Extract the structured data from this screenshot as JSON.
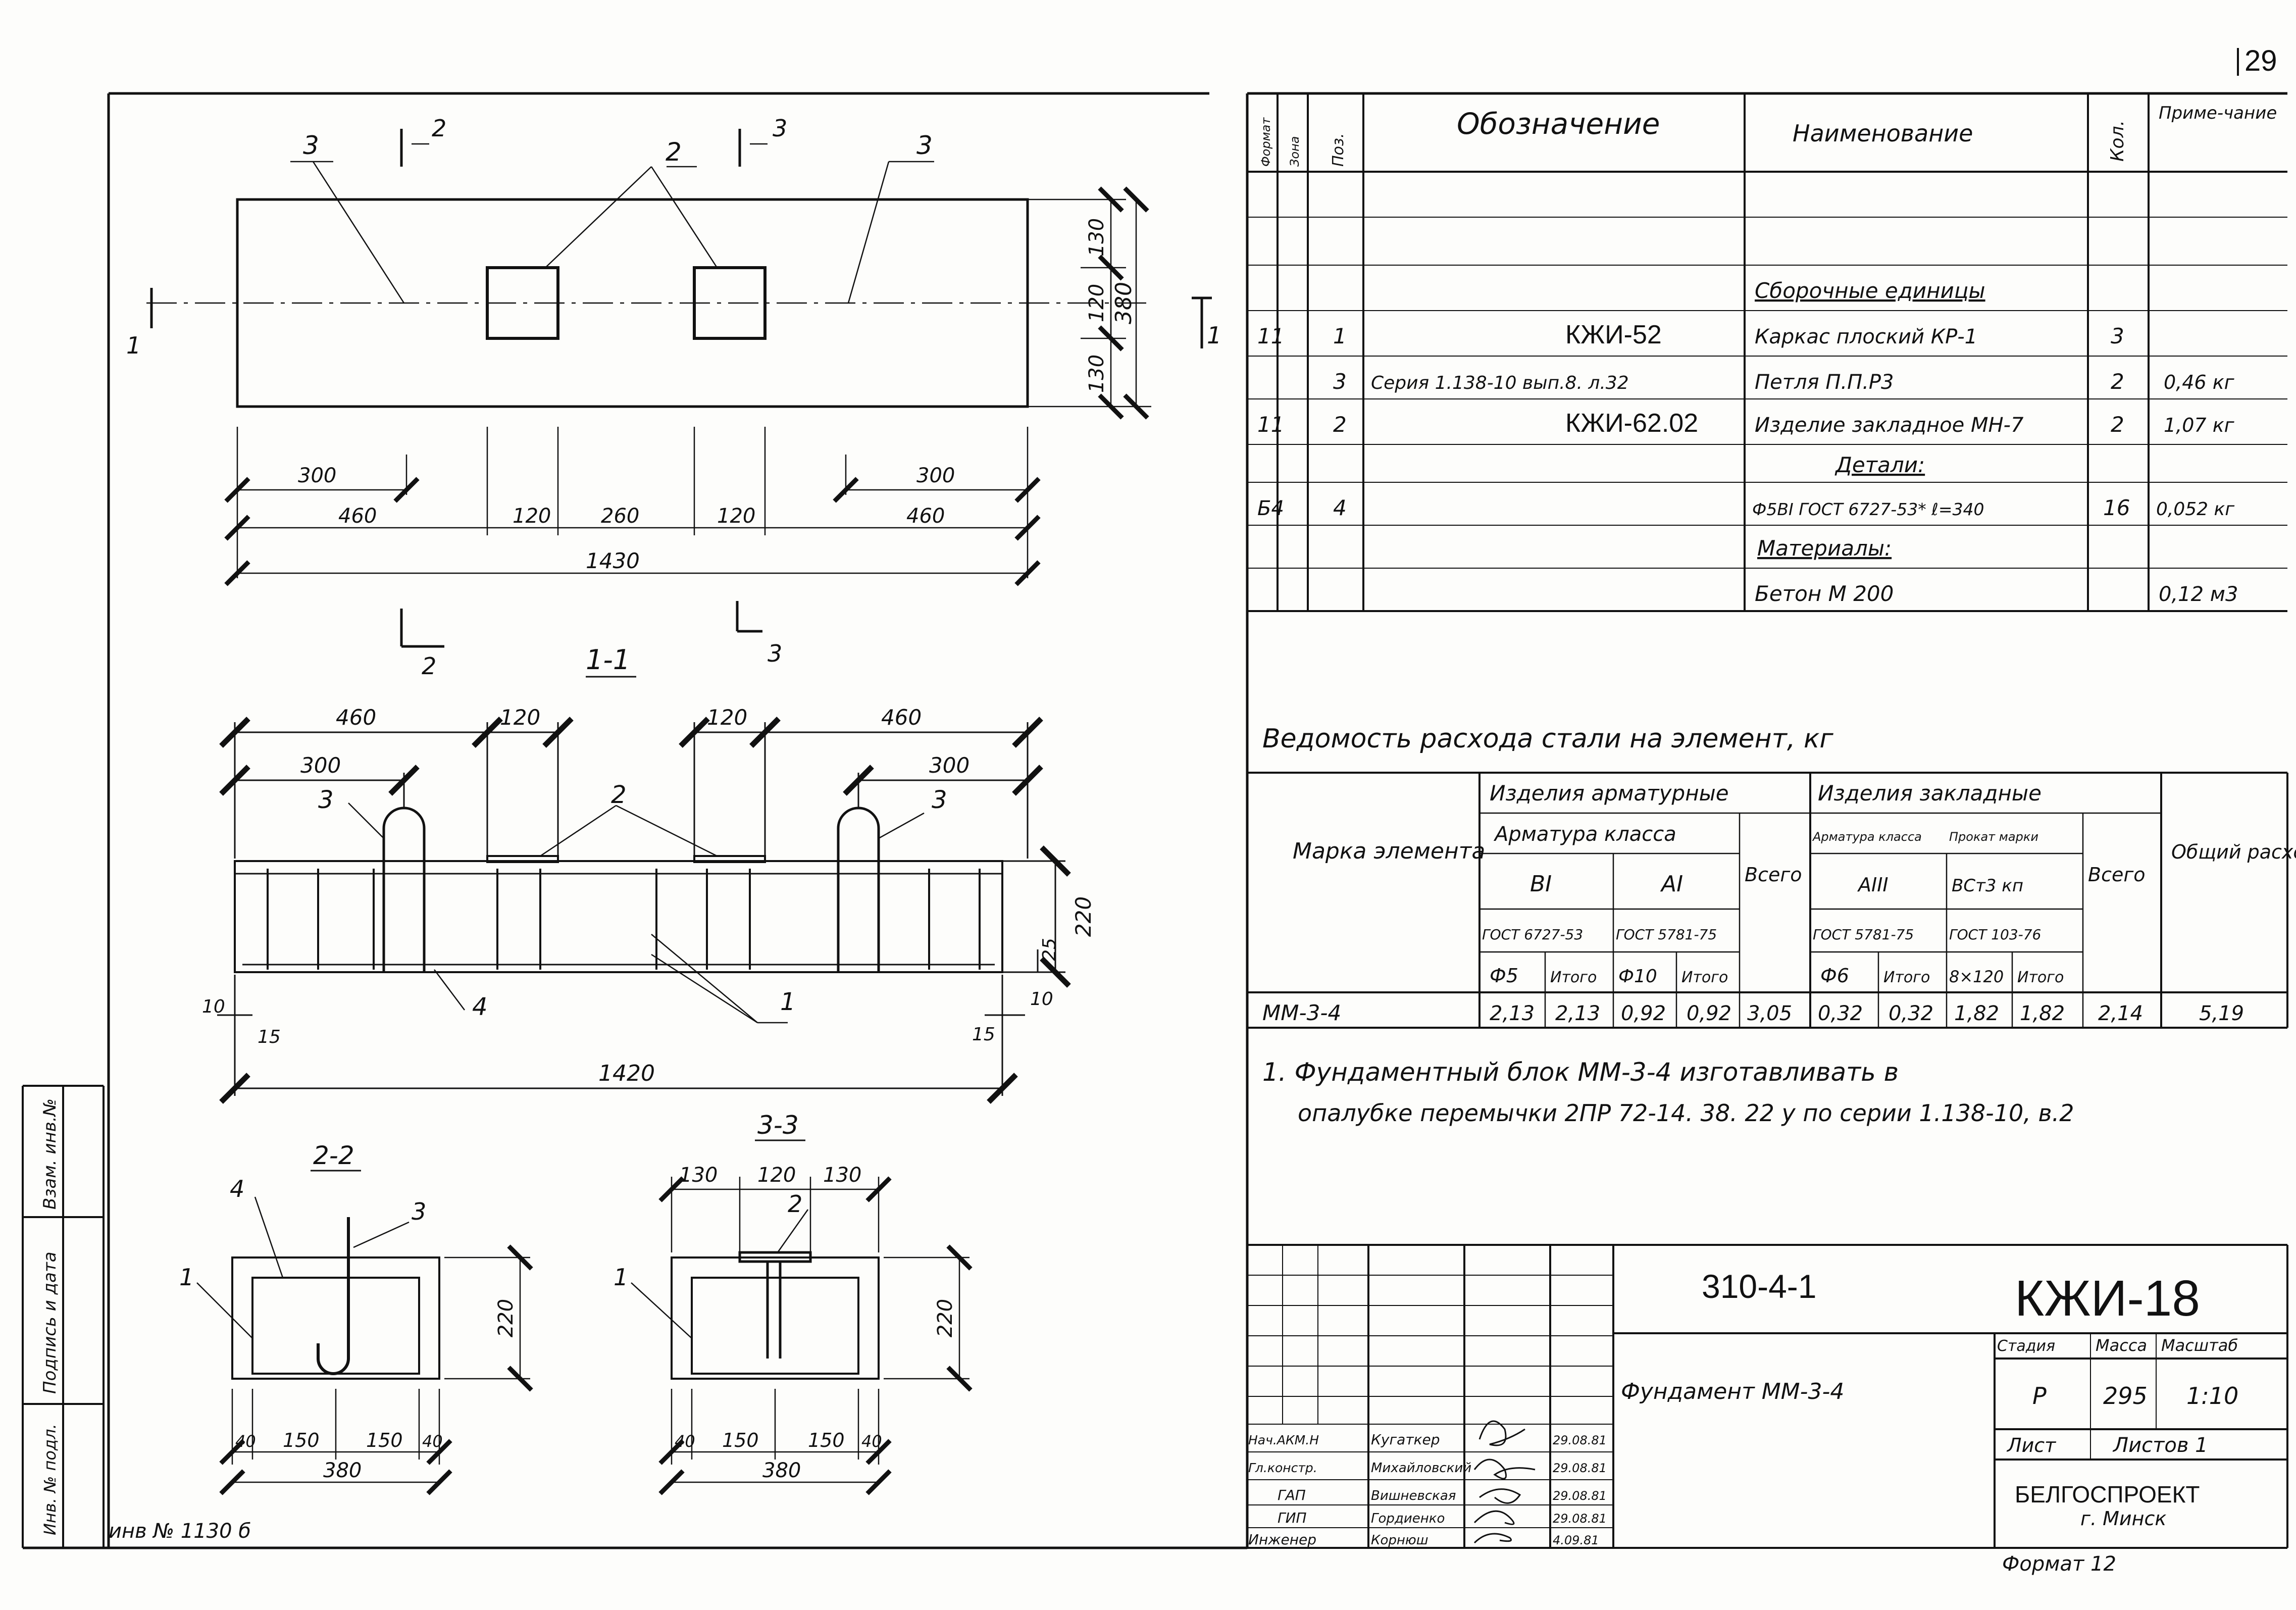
{
  "page_number": "29",
  "drawing": {
    "dims": {
      "w1430": "1430",
      "w1420": "1420",
      "d300a": "300",
      "d300b": "300",
      "d460a": "460",
      "d460b": "460",
      "d120a": "120",
      "d120b": "120",
      "d260": "260",
      "h130a": "130",
      "h120": "120",
      "h130b": "130",
      "h380": "380",
      "s460": "460",
      "s120a": "120",
      "s120b": "120",
      "s460b": "460",
      "s300": "300",
      "s300b": "300",
      "s220": "220",
      "s25": "25",
      "s10a": "10",
      "s10b": "10",
      "s15a": "15",
      "s15b": "15",
      "v220a": "220",
      "v40a": "40",
      "v150a": "150",
      "v150b": "150",
      "v40b": "40",
      "v380a": "380",
      "v220b": "220",
      "v130a": "130",
      "v120": "120",
      "v130b": "130",
      "v40c": "40",
      "v150c": "150",
      "v150d": "150",
      "v40d": "40",
      "v380b": "380"
    },
    "sections": {
      "s11": "1-1",
      "s22": "2-2",
      "s33": "3-3",
      "m1": "1",
      "m2": "2",
      "m3": "3"
    },
    "callouts": {
      "c1": "1",
      "c2": "2",
      "c3": "3",
      "c4": "4"
    }
  },
  "spec_table": {
    "headers": {
      "format": "Формат",
      "zone": "Зона",
      "pos": "Поз.",
      "designation": "Обозначение",
      "name": "Наименование",
      "qty": "Кол.",
      "note": "Приме-чание"
    },
    "rows": [
      {
        "format": "",
        "zone": "",
        "pos": "",
        "designation": "",
        "name": "Сборочные единицы",
        "qty": "",
        "note": ""
      },
      {
        "format": "11",
        "zone": "",
        "pos": "1",
        "designation": "КЖИ-52",
        "name": "Каркас плоский КР-1",
        "qty": "3",
        "note": ""
      },
      {
        "format": "",
        "zone": "",
        "pos": "3",
        "designation": "Серия 1.138-10 вып.8. л.32",
        "name": "Петля П.П.Р3",
        "qty": "2",
        "note": "0,46 кг"
      },
      {
        "format": "11",
        "zone": "",
        "pos": "2",
        "designation": "КЖИ-62.02",
        "name": "Изделие закладное МН-7",
        "qty": "2",
        "note": "1,07 кг"
      },
      {
        "format": "",
        "zone": "",
        "pos": "",
        "designation": "",
        "name": "Детали:",
        "qty": "",
        "note": ""
      },
      {
        "format": "Б4",
        "zone": "",
        "pos": "4",
        "designation": "",
        "name": "Ф5ВI ГОСТ 6727-53* ℓ=340",
        "qty": "16",
        "note": "0,052 кг"
      },
      {
        "format": "",
        "zone": "",
        "pos": "",
        "designation": "",
        "name": "Материалы:",
        "qty": "",
        "note": ""
      },
      {
        "format": "",
        "zone": "",
        "pos": "",
        "designation": "",
        "name": "Бетон М 200",
        "qty": "",
        "note": "0,12 м3"
      }
    ]
  },
  "steel": {
    "title": "Ведомость расхода стали на элемент, кг",
    "col_mark": "Марка элемента",
    "grp1": "Изделия арматурные",
    "grp2": "Изделия закладные",
    "sub1": "Арматура класса",
    "sub2a": "Арматура класса",
    "sub2b": "Прокат марки",
    "bi": "ВI",
    "ai": "АI",
    "aiii": "АIII",
    "vst": "ВСт3 кп",
    "g1": "ГОСТ 6727-53",
    "g2": "ГОСТ 5781-75",
    "g3": "ГОСТ 5781-75",
    "g4": "ГОСТ 103-76",
    "total": "Всего",
    "total2": "Всего",
    "overall": "Общий расход",
    "d5": "Ф5",
    "d10": "Ф10",
    "d6": "Ф6",
    "s8": "8×120",
    "it1": "Итого",
    "it2": "Итого",
    "it3": "Итого",
    "it4": "Итого",
    "row": {
      "mark": "ММ-3-4",
      "v1": "2,13",
      "v2": "2,13",
      "v3": "0,92",
      "v4": "0,92",
      "v5": "3,05",
      "v6": "0,32",
      "v7": "0,32",
      "v8": "1,82",
      "v9": "1,82",
      "v10": "2,14",
      "v11": "5,19"
    }
  },
  "notes": {
    "n1": "1. Фундаментный блок ММ-3-4 изготавливать в",
    "n2": "опалубке перемычки 2ПР 72-14. 38. 22 у по серии 1.138-10, в.2"
  },
  "stamp": {
    "code": "310-4-1",
    "sheet_code": "КЖИ-18",
    "title": "Фундамент ММ-3-4",
    "stage_h": "Стадия",
    "mass_h": "Масса",
    "scale_h": "Масштаб",
    "stage": "Р",
    "mass": "295",
    "scale": "1:10",
    "sheet_h": "Лист",
    "sheets_h": "Листов 1",
    "org": "БЕЛГОСПРОЕКТ",
    "city": "г. Минск",
    "format": "Формат 12",
    "people": [
      {
        "role": "Нач.АКМ.Н",
        "name": "Кугаткер",
        "date": "29.08.81"
      },
      {
        "role": "Гл.констр.",
        "name": "Михайловский",
        "date": "29.08.81"
      },
      {
        "role": "ГАП",
        "name": "Вишневская",
        "date": "29.08.81"
      },
      {
        "role": "ГИП",
        "name": "Гордиенко",
        "date": "29.08.81"
      },
      {
        "role": "Инженер",
        "name": "Корнюш",
        "date": "4.09.81"
      }
    ],
    "side1": "Взам. инв.№",
    "side2": "Подпись и дата",
    "side3": "Инв. № подл.",
    "inv": "инв № 1130 б"
  }
}
